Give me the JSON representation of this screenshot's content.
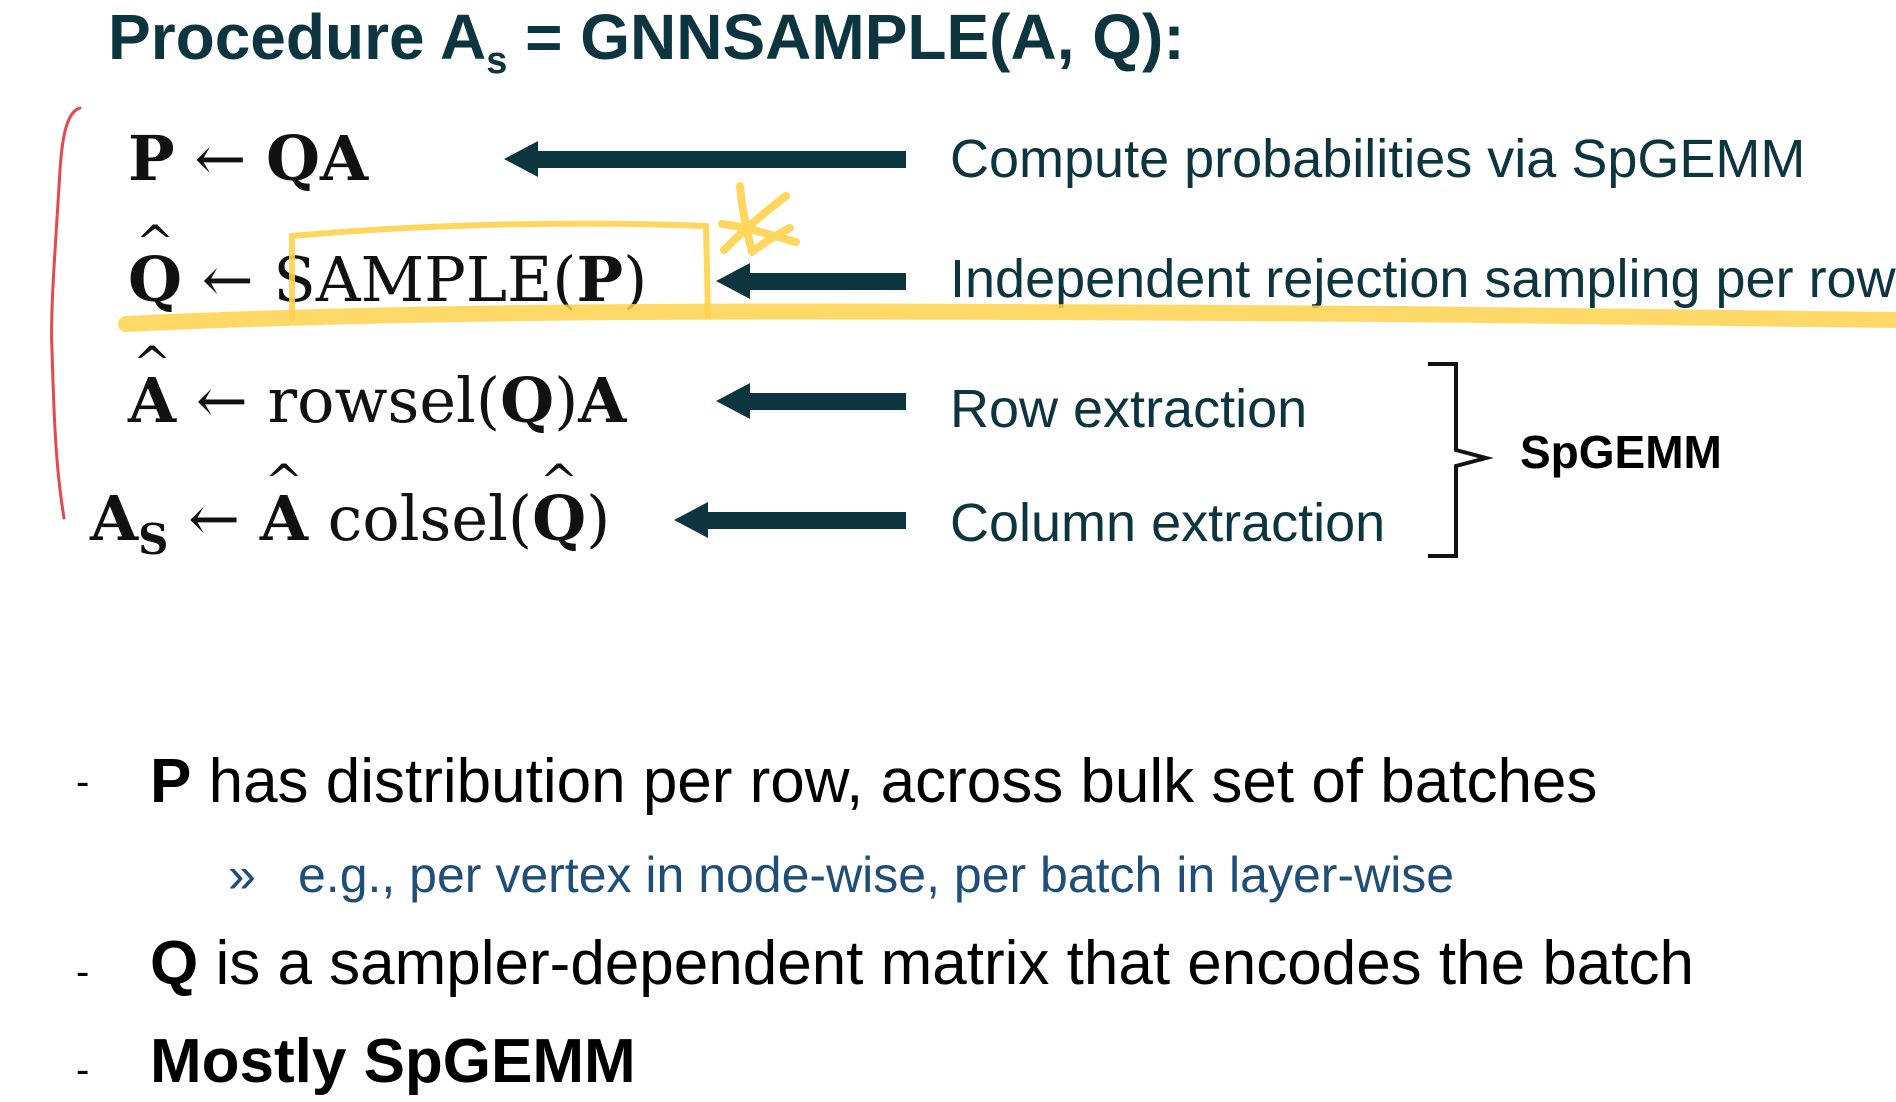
{
  "title": {
    "prefix": "Procedure A",
    "sub": "s",
    "suffix": " = GNNSAMPLE(A, Q):"
  },
  "steps": [
    {
      "lhs": "P",
      "rhs_a": "Q",
      "rhs_b": "A",
      "description": "Compute probabilities via SpGEMM"
    },
    {
      "lhs": "Q",
      "fn": "SAMPLE(",
      "arg": "P",
      "close": ")",
      "description": "Independent rejection sampling per row"
    },
    {
      "lhs": "A",
      "fn": "rowsel(",
      "arg": "Q",
      "close": ")",
      "tail": "A",
      "description": "Row extraction"
    },
    {
      "lhs": "A",
      "lhs_sub": "S",
      "rhs_a": "A",
      "fn": "colsel(",
      "arg": "Q",
      "close": ")",
      "description": "Column extraction"
    }
  ],
  "arrow_symbol": "←",
  "brace_label": "SpGEMM",
  "bullets": [
    {
      "dash": "-",
      "bold": "P",
      "text": " has distribution per row, across bulk set of batches"
    },
    {
      "marker": "»",
      "text": "e.g., per vertex in node-wise, per batch in layer-wise"
    },
    {
      "dash": "-",
      "bold": "Q",
      "text": " is a sampler-dependent matrix that encodes the batch"
    },
    {
      "dash": "-",
      "bold": "Mostly SpGEMM"
    }
  ],
  "colors": {
    "title": "#0d3540",
    "arrow": "#0d3540",
    "highlight": "#ffd24d",
    "annotation_red": "#e5484d",
    "sub_bullet": "#1f4e79"
  }
}
